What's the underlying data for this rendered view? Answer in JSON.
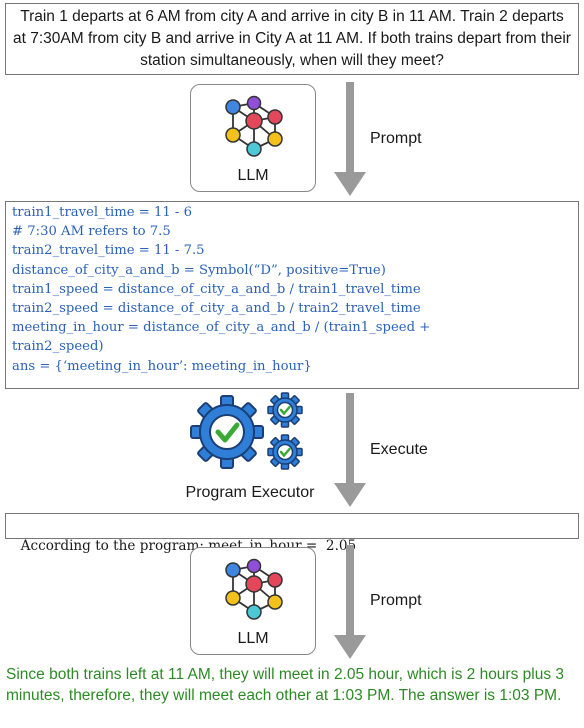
{
  "question": {
    "text": "Train 1 departs at 6 AM from city A and arrive in city B in 11 AM. Train 2 departs at 7:30AM from city B and arrive in City A at 11 AM.  If both trains depart from their station simultaneously, when will they meet?"
  },
  "llm_top": {
    "label": "LLM",
    "icon": "neural-network-icon"
  },
  "prompt_top": {
    "label": "Prompt"
  },
  "code": {
    "lines": [
      "train1_travel_time = 11 - 6",
      "# 7:30 AM refers to 7.5",
      "train2_travel_time = 11 - 7.5",
      "distance_of_city_a_and_b = Symbol(“D”, positive=True)",
      "train1_speed = distance_of_city_a_and_b / train1_travel_time",
      "train2_speed = distance_of_city_a_and_b / train2_travel_time",
      "meeting_in_hour = distance_of_city_a_and_b / (train1_speed +",
      "train2_speed)",
      "ans = {‘meeting_in_hour’: meeting_in_hour}"
    ]
  },
  "executor": {
    "label": "Program Executor",
    "icon": "gears-icon",
    "action_label": "Execute"
  },
  "result": {
    "text": "According to the program: meet_in_hour =  2.05"
  },
  "llm_bottom": {
    "label": "LLM",
    "icon": "neural-network-icon"
  },
  "prompt_bottom": {
    "label": "Prompt"
  },
  "answer": {
    "text": "Since both trains left at 11 AM, they will meet in 2.05 hour, which is 2 hours plus 3 minutes, therefore, they will meet each other at 1:03 PM. The answer is 1:03 PM."
  },
  "colors": {
    "code": "#2b62b8",
    "answer": "#2e8a26",
    "arrow": "#9a9a9a",
    "gear": "#2f7fd8",
    "check": "#3aaa35"
  }
}
